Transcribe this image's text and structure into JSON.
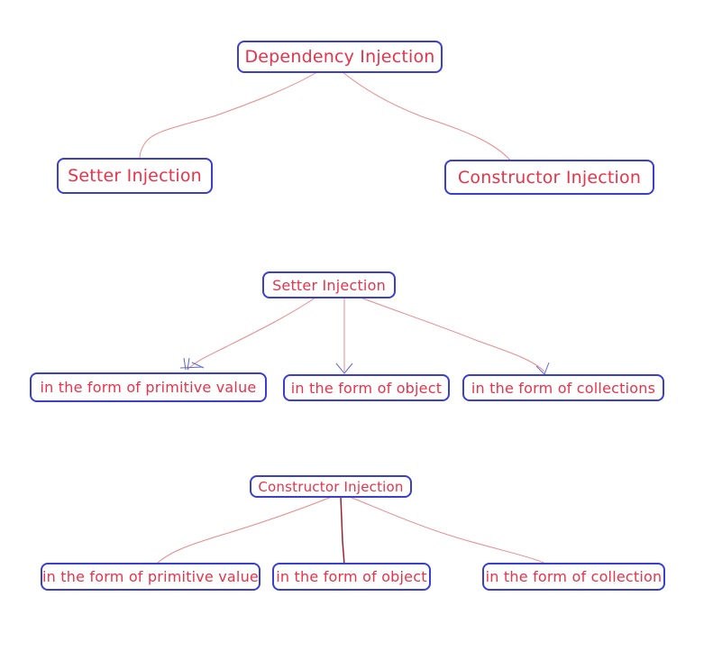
{
  "colors": {
    "node_border": "#3a3fd0",
    "node_text": "#e8334a",
    "connector": "#e88a8a",
    "arrow_tip": "#5b6ad6"
  },
  "diagram1": {
    "root": "Dependency Injection",
    "left": "Setter Injection",
    "right": "Constructor Injection"
  },
  "diagram2": {
    "root": "Setter Injection",
    "children": [
      "in the form of primitive value",
      "in the form of object",
      "in the form of collections"
    ]
  },
  "diagram3": {
    "root": "Constructor Injection",
    "children": [
      "in the form of primitive value",
      "in the form of object",
      "in the form of collection"
    ]
  }
}
